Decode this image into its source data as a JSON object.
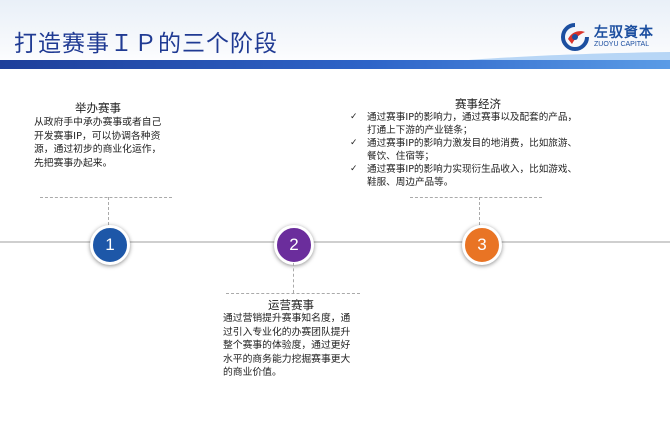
{
  "title": "打造赛事ＩＰ的三个阶段",
  "logo": {
    "name": "左驭資本",
    "sub": "ZUOYU CAPITAL",
    "icon": "circular-swoosh-logo",
    "colors": {
      "blue": "#1c4fa0",
      "red": "#d9332b"
    }
  },
  "colors": {
    "step1": "#1d57a8",
    "step2": "#6b2d9c",
    "step3": "#e97424",
    "title": "#1f3a93"
  },
  "stages": [
    {
      "number": "1",
      "title": "举办赛事",
      "lines": [
        "从政府手中承办赛事或者自己",
        "开发赛事IP，可以协调各种资",
        "源，通过初步的商业化运作，",
        "先把赛事办起来。"
      ]
    },
    {
      "number": "2",
      "title": "运营赛事",
      "lines": [
        "通过营销提升赛事知名度，通",
        "过引入专业化的办赛团队提升",
        "整个赛事的体验度，通过更好",
        "水平的商务能力挖掘赛事更大",
        "的商业价值。"
      ]
    },
    {
      "number": "3",
      "title": "赛事经济",
      "bullets": [
        [
          "通过赛事IP的影响力，通过赛事以及配套的产品，",
          "打通上下游的产业链条；"
        ],
        [
          "通过赛事IP的影响力激发目的地消费，比如旅游、",
          "餐饮、住宿等；"
        ],
        [
          "通过赛事IP的影响力实现衍生品收入，比如游戏、",
          "鞋服、周边产品等。"
        ]
      ],
      "bullet_icon": "check-icon"
    }
  ]
}
